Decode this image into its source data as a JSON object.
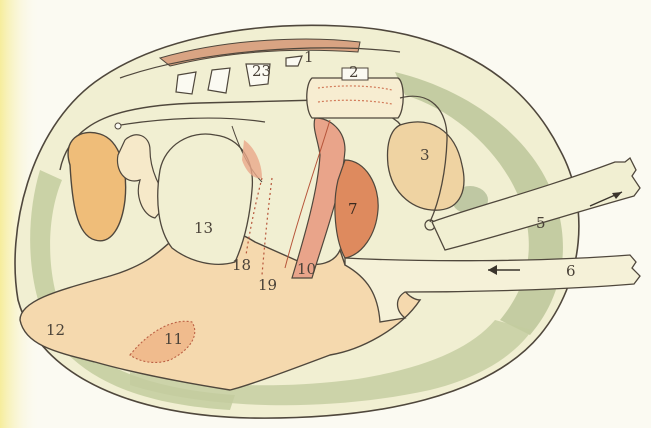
{
  "labels": {
    "l1": "1",
    "l2": "2",
    "l3": "3",
    "l5": "5",
    "l6": "6",
    "l7": "7",
    "l10": "10",
    "l11": "11",
    "l12": "12",
    "l13": "13",
    "l18": "18",
    "l19": "19",
    "l23": "23"
  },
  "colors": {
    "paper": "#fbfaf2",
    "edge_glow": "#f6efa8",
    "shell_fill": "#f1efd2",
    "mantle_green": "#c7cfa7",
    "foot_peach": "#f5d9ae",
    "gonad_orange": "#efbd79",
    "heart_red": "#de8a5e",
    "muscle_pink": "#e9a48a",
    "outline": "#4f473c"
  }
}
